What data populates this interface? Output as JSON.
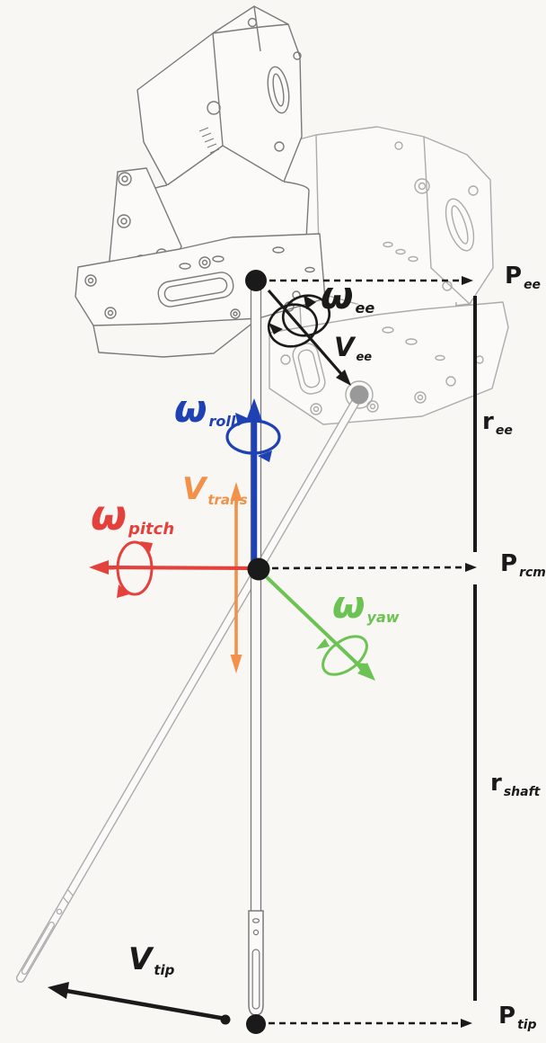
{
  "colors": {
    "background": "#f8f7f4",
    "ink": "#1a1a1a",
    "roll_blue": "#1e41b4",
    "trans_orange": "#f2914a",
    "pitch_red": "#e5413c",
    "yaw_green": "#6cc353",
    "drawing_gray": "#7a7a7a",
    "ghost_gray": "#ababab",
    "ghost_dot_gray": "#999999"
  },
  "labels": {
    "positions": {
      "p_ee": {
        "main": "P",
        "sub": "ee"
      },
      "r_ee": {
        "main": "r",
        "sub": "ee"
      },
      "p_rcm": {
        "main": "P",
        "sub": "rcm"
      },
      "r_shaft": {
        "main": "r",
        "sub": "shaft"
      },
      "p_tip": {
        "main": "P",
        "sub": "tip"
      }
    },
    "vectors": {
      "omega_ee": {
        "main": "ω",
        "sub": "ee"
      },
      "v_ee": {
        "main": "V",
        "sub": "ee"
      },
      "omega_roll": {
        "main": "ω",
        "sub": "roll"
      },
      "v_trans": {
        "main": "V",
        "sub": "trans"
      },
      "omega_pitch": {
        "main": "ω",
        "sub": "pitch"
      },
      "omega_yaw": {
        "main": "ω",
        "sub": "yaw"
      },
      "v_tip": {
        "main": "V",
        "sub": "tip"
      }
    }
  }
}
